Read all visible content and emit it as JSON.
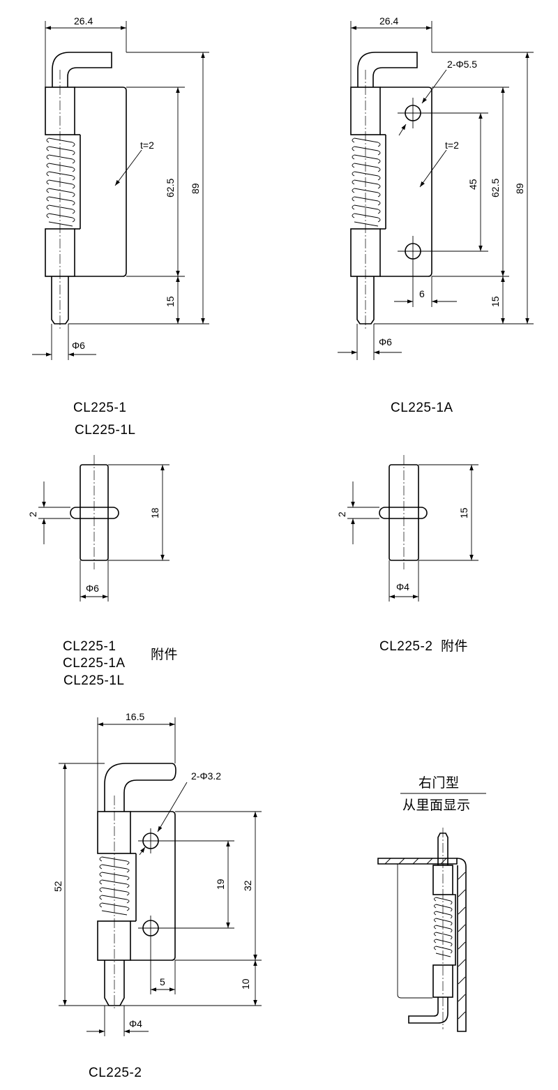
{
  "diagram1": {
    "width_dim": "26.4",
    "length_dim": "89",
    "plate_dim": "62.5",
    "pin_dim": "15",
    "diameter": "Φ6",
    "thickness": "t=2",
    "caption_lines": [
      "CL225-1",
      "CL225-1L"
    ]
  },
  "diagram2": {
    "width_dim": "26.4",
    "hole_dim": "2-Φ5.5",
    "thickness": "t=2",
    "hole_spacing": "45",
    "plate_dim": "62.5",
    "length_dim": "89",
    "hole_offset": "6",
    "pin_dim": "15",
    "diameter": "Φ6",
    "caption": "CL225-1A"
  },
  "accessory1": {
    "gap": "2",
    "height": "18",
    "diameter": "Φ6",
    "caption_lines": [
      "CL225-1",
      "CL225-1A",
      "CL225-1L"
    ],
    "suffix": "附件"
  },
  "accessory2": {
    "gap": "2",
    "height": "15",
    "diameter": "Φ4",
    "caption": "CL225-2  附件"
  },
  "diagram3": {
    "width_dim": "16.5",
    "hole_dim": "2-Φ3.2",
    "length_dim": "52",
    "hole_spacing": "19",
    "plate_dim": "32",
    "hole_offset": "5",
    "pin_dim": "10",
    "diameter": "Φ4",
    "caption": "CL225-2"
  },
  "mounting": {
    "title_line1": "右门型",
    "title_line2": "从里面显示"
  }
}
